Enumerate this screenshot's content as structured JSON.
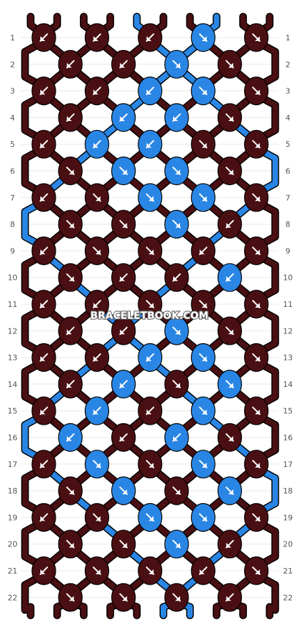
{
  "pattern": {
    "colors": {
      "A": "#4a0f12",
      "B": "#2a86e4"
    },
    "top_strands": [
      "A",
      "A",
      "A",
      "A",
      "B",
      "A",
      "A",
      "B",
      "A",
      "A"
    ],
    "bottom_strands": [
      "A",
      "A",
      "A",
      "A",
      "B",
      "A",
      "A",
      "B",
      "A",
      "A"
    ],
    "row_numbers": [
      "1",
      "2",
      "3",
      "4",
      "5",
      "6",
      "7",
      "8",
      "9",
      "10",
      "11",
      "12",
      "13",
      "14",
      "15",
      "16",
      "17",
      "18",
      "19",
      "20",
      "21",
      "22"
    ],
    "knot_colors": [
      [
        "A",
        "A",
        "A",
        "B",
        "A"
      ],
      [
        "A",
        "A",
        "B",
        "A"
      ],
      [
        "A",
        "A",
        "B",
        "B",
        "A"
      ],
      [
        "A",
        "B",
        "B",
        "A"
      ],
      [
        "A",
        "B",
        "B",
        "A",
        "A"
      ],
      [
        "A",
        "B",
        "B",
        "A"
      ],
      [
        "A",
        "A",
        "B",
        "B",
        "A"
      ],
      [
        "A",
        "A",
        "B",
        "A"
      ],
      [
        "A",
        "A",
        "A",
        "A",
        "A"
      ],
      [
        "A",
        "A",
        "A",
        "B"
      ],
      [
        "A",
        "A",
        "A",
        "A",
        "A"
      ],
      [
        "A",
        "A",
        "B",
        "A"
      ],
      [
        "A",
        "A",
        "B",
        "B",
        "A"
      ],
      [
        "A",
        "B",
        "A",
        "B"
      ],
      [
        "A",
        "B",
        "A",
        "B",
        "A"
      ],
      [
        "B",
        "A",
        "B",
        "A"
      ],
      [
        "A",
        "B",
        "A",
        "B",
        "A"
      ],
      [
        "A",
        "B",
        "A",
        "B"
      ],
      [
        "A",
        "A",
        "B",
        "B",
        "A"
      ],
      [
        "A",
        "A",
        "B",
        "A"
      ],
      [
        "A",
        "A",
        "A",
        "A",
        "A"
      ],
      [
        "A",
        "A",
        "A",
        "A"
      ]
    ],
    "knot_arrows": [
      [
        "sw",
        "sw",
        "sw",
        "se",
        "se"
      ],
      [
        "sw",
        "sw",
        "se",
        "se"
      ],
      [
        "sw",
        "sw",
        "sw",
        "se",
        "se"
      ],
      [
        "sw",
        "sw",
        "sw",
        "se"
      ],
      [
        "sw",
        "sw",
        "sw",
        "se",
        "se"
      ],
      [
        "se",
        "se",
        "se",
        "se"
      ],
      [
        "sw",
        "se",
        "se",
        "se",
        "se"
      ],
      [
        "se",
        "se",
        "se",
        "sw"
      ],
      [
        "sw",
        "se",
        "se",
        "sw",
        "se"
      ],
      [
        "se",
        "sw",
        "sw",
        "sw"
      ],
      [
        "sw",
        "sw",
        "se",
        "se",
        "se"
      ],
      [
        "sw",
        "sw",
        "se",
        "se"
      ],
      [
        "sw",
        "sw",
        "sw",
        "se",
        "se"
      ],
      [
        "sw",
        "sw",
        "se",
        "se"
      ],
      [
        "sw",
        "sw",
        "sw",
        "se",
        "se"
      ],
      [
        "sw",
        "sw",
        "sw",
        "se"
      ],
      [
        "sw",
        "se",
        "se",
        "se",
        "se"
      ],
      [
        "se",
        "se",
        "se",
        "se"
      ],
      [
        "sw",
        "se",
        "se",
        "se",
        "se"
      ],
      [
        "se",
        "se",
        "se",
        "sw"
      ],
      [
        "sw",
        "se",
        "se",
        "sw",
        "se"
      ],
      [
        "se",
        "se",
        "se",
        "sw"
      ]
    ]
  },
  "watermark": "BRACELETBOOK.COM"
}
